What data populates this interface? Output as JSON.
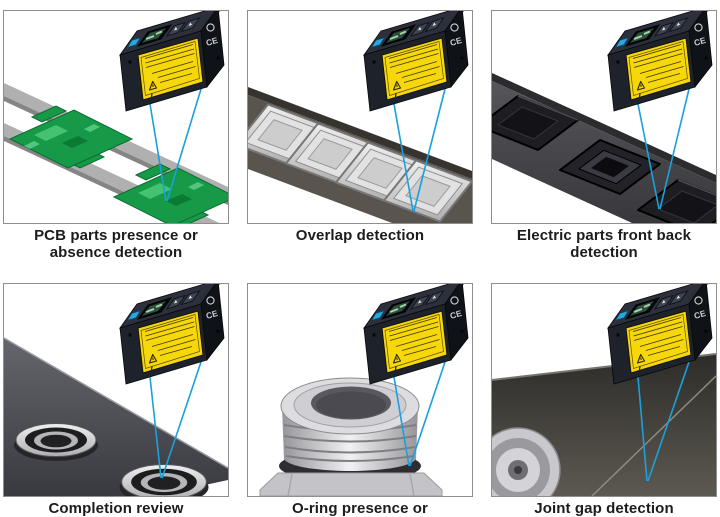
{
  "page": {
    "background": "#ffffff",
    "frame_border_color": "#8e8e8e",
    "caption_color": "#1c1c1c"
  },
  "sensor": {
    "name": "laser displacement sensor",
    "ce_mark": "CE",
    "colors": {
      "body": "#1e222b",
      "warning_label": "#f6d70a",
      "laser_beam": "#1ba0dc",
      "cable": "#35b5ea",
      "display_screen": "#2f4d3b",
      "teach_button": "#29a7e0"
    }
  },
  "scene_colors": {
    "pcb_green": "#169a47",
    "rail_gray": "#b0b0b0",
    "conveyor_dark": "#46464a",
    "belt_warm_gray": "#5a544e",
    "metal_silver": "#d6d6d6",
    "o_ring_dark": "#2e2e32"
  },
  "cells": [
    {
      "caption": "PCB parts presence or absence detection"
    },
    {
      "caption": "Overlap detection"
    },
    {
      "caption": "Electric parts front back detection"
    },
    {
      "caption": "Completion review"
    },
    {
      "caption": "O-ring presence or"
    },
    {
      "caption": "Joint gap detection"
    }
  ]
}
